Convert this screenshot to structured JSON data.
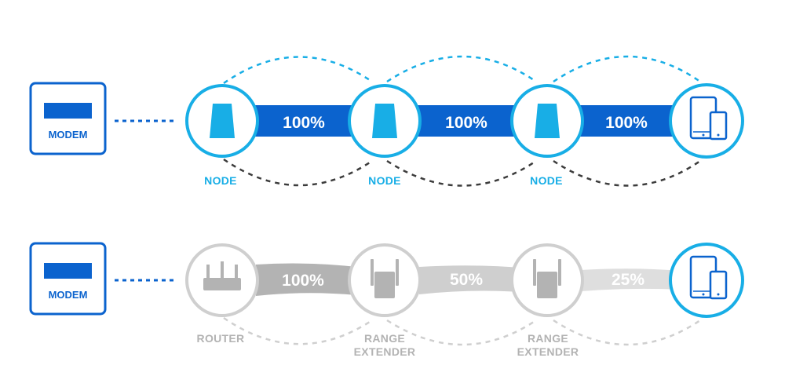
{
  "colors": {
    "blue": "#0b63ce",
    "cyan": "#18aee6",
    "dark_dash": "#3c3c3c",
    "gray": "#b3b3b3",
    "light_gray": "#cfcfcf",
    "lighter_gray": "#dedede"
  },
  "mesh_row": {
    "modem_label": "MODEM",
    "nodes": [
      {
        "label": "NODE",
        "icon": "mesh-node-icon"
      },
      {
        "label": "NODE",
        "icon": "mesh-node-icon"
      },
      {
        "label": "NODE",
        "icon": "mesh-node-icon"
      }
    ],
    "device_icon": "tablet-phone-icon",
    "links": [
      {
        "text": "100%",
        "strength": 1.0
      },
      {
        "text": "100%",
        "strength": 1.0
      },
      {
        "text": "100%",
        "strength": 1.0
      }
    ]
  },
  "extender_row": {
    "modem_label": "MODEM",
    "nodes": [
      {
        "label": "ROUTER",
        "icon": "router-icon"
      },
      {
        "label": "RANGE\nEXTENDER",
        "icon": "range-extender-icon"
      },
      {
        "label": "RANGE\nEXTENDER",
        "icon": "range-extender-icon"
      }
    ],
    "device_icon": "tablet-phone-icon",
    "links": [
      {
        "text": "100%",
        "strength": 1.0
      },
      {
        "text": "50%",
        "strength": 0.5
      },
      {
        "text": "25%",
        "strength": 0.25
      }
    ]
  }
}
